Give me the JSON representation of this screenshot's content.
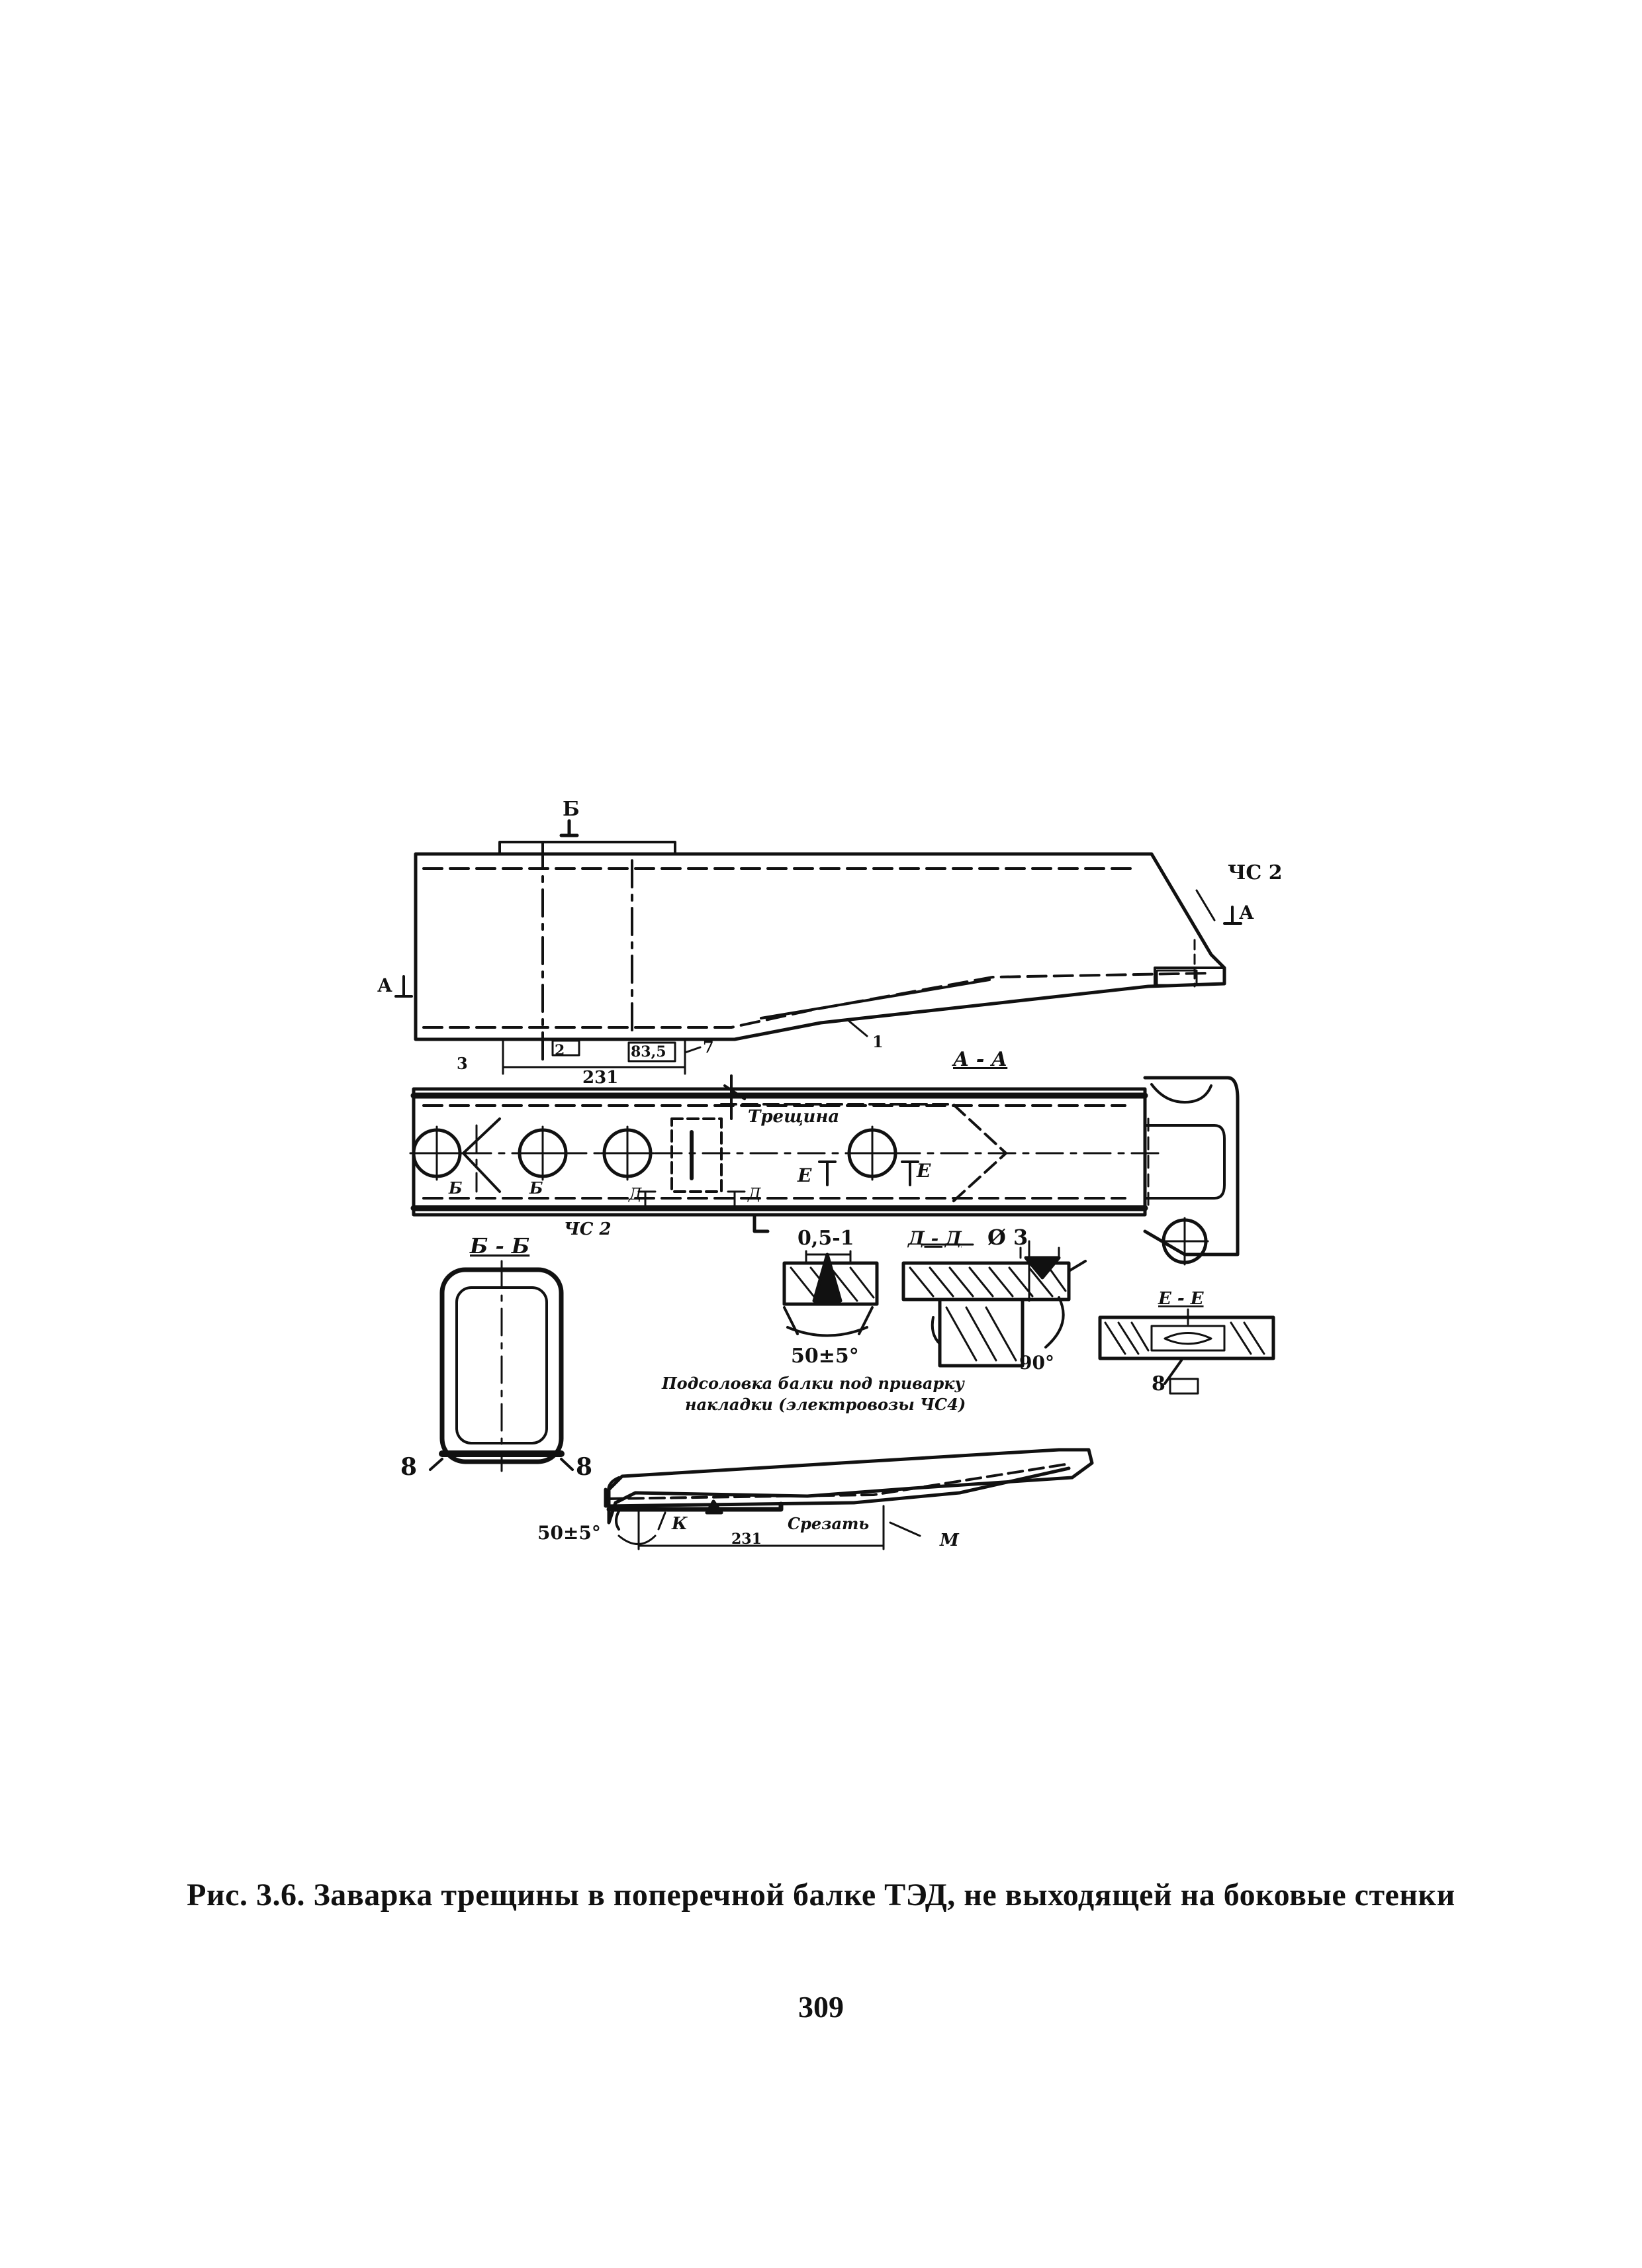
{
  "figure": {
    "caption": "Рис. 3.6. Заварка трещины в поперечной балке ТЭД, не выходящей на боковые стенки",
    "page_number": "309",
    "labels": {
      "section_b_top": "Б",
      "chs2_right": "ЧС 2",
      "a_right": "А",
      "a_left": "А",
      "dim_231_top": "231",
      "dim_83_5": "83,5",
      "ref_7": "7",
      "ref_1": "1",
      "ref_2": "2",
      "section_aa": "А - А",
      "ref_3": "3",
      "crack_label": "Трещина",
      "e_mark_1": "Е",
      "e_mark_2": "Е",
      "b_mark_1": "Б",
      "b_mark_2": "Б",
      "d_mark_1": "Д",
      "d_mark_2": "Д",
      "chs2_bottom": "ЧС 2",
      "dim_0_5_1": "0,5-1",
      "section_dd": "Д - Д",
      "dia_3": "Ø 3",
      "angle_50_1": "50±5°",
      "angle_90": "90°",
      "section_ee": "Е - Е",
      "section_bb": "Б - Б",
      "note_line1": "Подсоловка балки под приварку",
      "note_line2": "накладки (электровозы ЧС4)",
      "weld_8_left": "8",
      "weld_8_right": "8",
      "weld_8_ee": "8",
      "angle_50_2": "50±5°",
      "k_mark": "К",
      "dim_231_bottom": "231",
      "cut_label": "Срезать",
      "m_mark": "М"
    }
  }
}
